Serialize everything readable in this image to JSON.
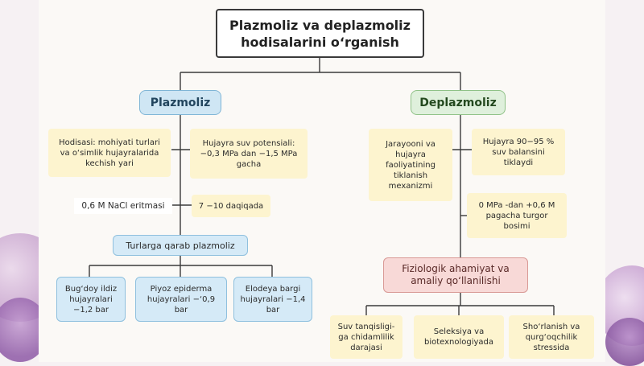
{
  "title": "Plazmoliz va deplazmoliz hodisalarini o‘rganish",
  "plazmoliz": {
    "label": "Plazmoliz",
    "essence": "Hodisasi: mohiyati turlari va o‘simlik hujayralarida kechish yari",
    "potential": "Hujayra suv potensiali: −0,3 MPa dan −1,5 MPa gacha",
    "solution": "0,6 M NaCl eritmasi",
    "duration": "7 −10 daqiqada",
    "types_label": "Turlarga qarab plazmoliz",
    "types": [
      "Bug‘doy ildiz hujayralari −1,2 bar",
      "Piyoz epiderma hujayralari −‘0,9 bar",
      "Elodeya bargi hujayralari −1,4 bar"
    ]
  },
  "deplazmoliz": {
    "label": "Deplazmoliz",
    "process": "Jarayooni va hujayra faoliyatining tiklanish mexanizmi",
    "balance": "Hujayra 90−95 % suv balansini tiklaydi",
    "turgor": "0 MPa -dan +0,6 M pagacha turgor bosimi",
    "significance_label": "Fiziologik ahamiyat va amaliy qo‘llanilishi",
    "applications": [
      "Suv tanqisligi-ga chidamlilik darajasi",
      "Seleksiya va biotexnologiyada",
      "Sho‘rlanish va qurg‘oqchilik stressida"
    ]
  },
  "colors": {
    "line": "#3a3a3a",
    "blue_fill": "#cfe6f4",
    "green_fill": "#dff0dc",
    "pink_fill": "#f8d9d7",
    "note_fill": "#fdf4cf"
  }
}
